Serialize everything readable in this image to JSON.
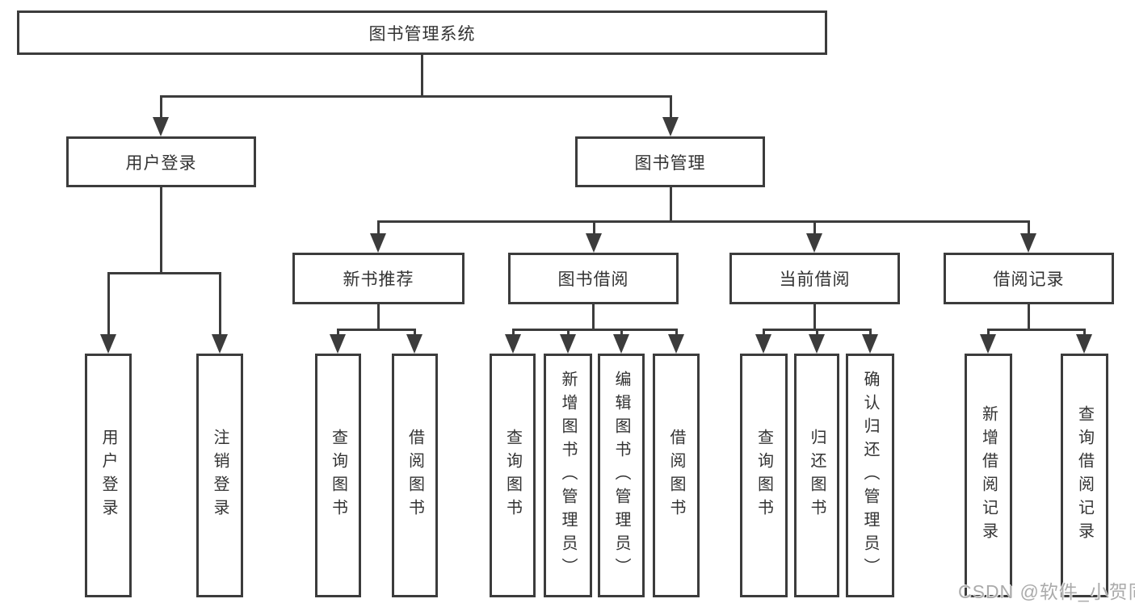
{
  "root": {
    "label": "图书管理系统"
  },
  "level2": [
    {
      "label": "用户登录"
    },
    {
      "label": "图书管理"
    }
  ],
  "level3": [
    {
      "label": "新书推荐"
    },
    {
      "label": "图书借阅"
    },
    {
      "label": "当前借阅"
    },
    {
      "label": "借阅记录"
    }
  ],
  "leaves": [
    {
      "label": "用户登录"
    },
    {
      "label": "注销登录"
    },
    {
      "label": "查询图书"
    },
    {
      "label": "借阅图书"
    },
    {
      "label": "查询图书"
    },
    {
      "label": "新增图书（管理员）"
    },
    {
      "label": "编辑图书（管理员）"
    },
    {
      "label": "借阅图书"
    },
    {
      "label": "查询图书"
    },
    {
      "label": "归还图书"
    },
    {
      "label": "确认归还（管理员）"
    },
    {
      "label": "新增借阅记录"
    },
    {
      "label": "查询借阅记录"
    }
  ],
  "watermark": {
    "text": "CSDN @软件_小贺同学"
  },
  "colors": {
    "line": "#3c3c3c",
    "text": "#333333",
    "watermark": "#ababab",
    "background": "#ffffff"
  }
}
